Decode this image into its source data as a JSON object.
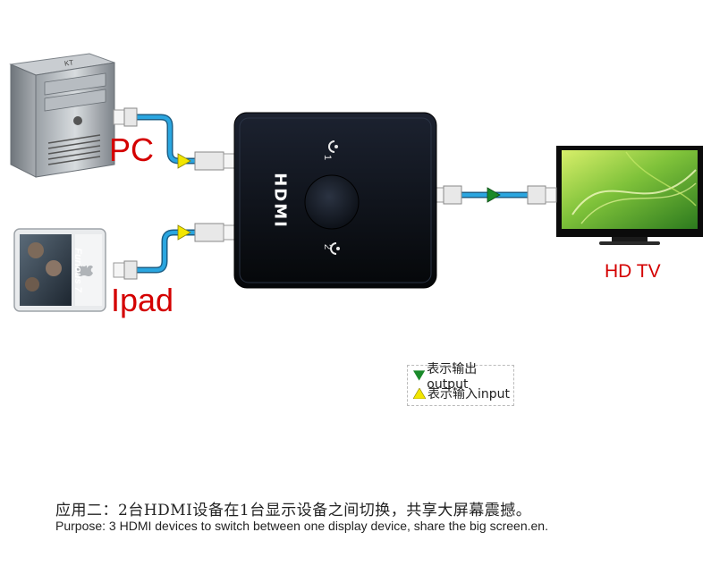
{
  "labels": {
    "pc": "PC",
    "ipad": "Ipad",
    "hdtv": "HD TV",
    "hdmi_brand": "HDMI",
    "port1": "1",
    "port2": "2",
    "case_brand": "KT",
    "ipad_screen_text": "Furious 7"
  },
  "legend": {
    "output": "表示输出output",
    "input": "表示输入input"
  },
  "caption": {
    "chinese": "应用二：2台HDMI设备在1台显示设备之间切换，共享大屏幕震撼。",
    "english": "Purpose: 3 HDMI devices to switch between one display device, share the big screen.en."
  },
  "colors": {
    "cable": "#2aa6e0",
    "input_arrow": "#f2e600",
    "output_arrow": "#1a8a2a",
    "label_red": "#d40000",
    "switch_body": "#0b0f1a"
  }
}
